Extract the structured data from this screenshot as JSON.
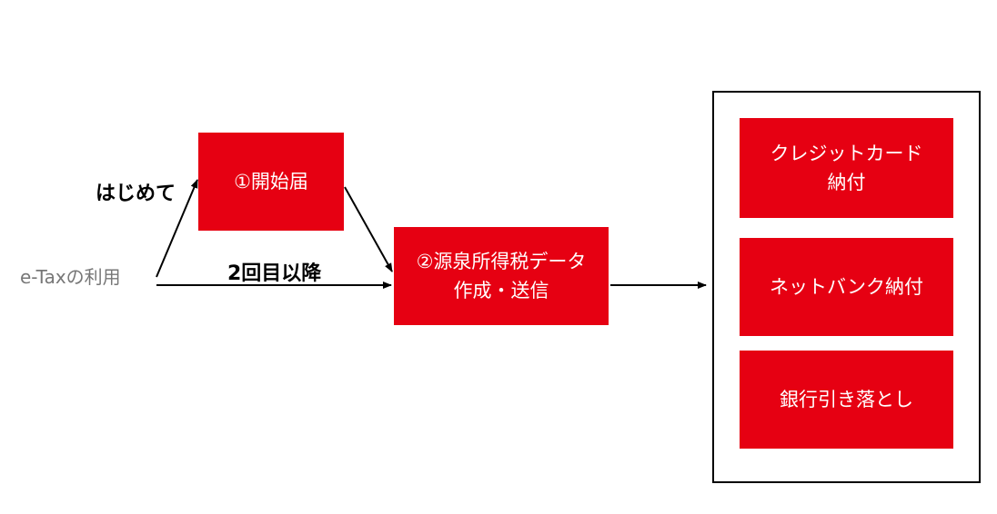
{
  "start_label": "e-Taxの利用",
  "edges": {
    "first_time": "はじめて",
    "second_time": "2回目以降"
  },
  "steps": {
    "step1": "①開始届",
    "step2": {
      "line1": "②源泉所得税データ",
      "line2": "作成・送信"
    }
  },
  "payments": {
    "credit_card": {
      "line1": "クレジットカード",
      "line2": "納付"
    },
    "net_bank": "ネットバンク納付",
    "bank_debit": "銀行引き落とし"
  },
  "colors": {
    "box_fill": "#e60012",
    "box_text": "#ffffff",
    "arrow": "#000000",
    "start_text": "#777777"
  }
}
